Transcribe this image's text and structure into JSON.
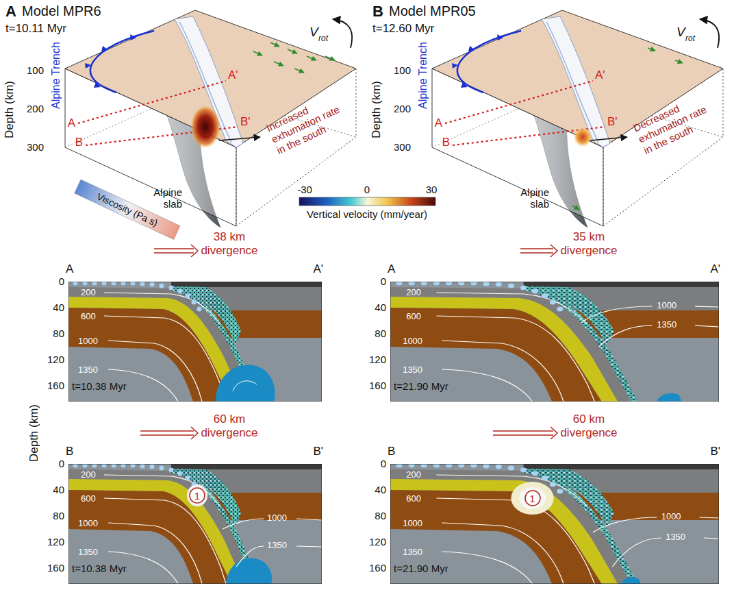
{
  "diagram": {
    "nodes": [
      {
        "text": [
          "1"
        ]
      },
      {
        "text": [
          "1"
        ]
      }
    ],
    "labels": [
      "A",
      "Model MPR6",
      "t=10.11 Myr",
      "V",
      "rot",
      "Alpine Trench",
      "A",
      "A'",
      "B",
      "B'",
      "Depth (km)",
      "100",
      "200",
      "300",
      "Viscosity (Pa s)",
      "Increased exhumation rate in the south",
      "Alpine slab",
      "B",
      "Model MPR05",
      "t=12.60 Myr",
      "V",
      "rot",
      "Alpine Trench",
      "A",
      "A'",
      "B",
      "B'",
      "Depth (km)",
      "100",
      "200",
      "300",
      "Decreased exhumation rate in the south",
      "Alpine slab",
      "-30",
      "0",
      "30",
      "Vertical velocity (mm/year)",
      "38 km divergence",
      "A",
      "A'",
      "0",
      "40",
      "80",
      "120",
      "160",
      "200",
      "600",
      "1000",
      "1350",
      "t=10.38 Myr",
      "Depth (km)",
      "60 km divergence",
      "B",
      "B'",
      "0",
      "40",
      "80",
      "120",
      "160",
      "200",
      "600",
      "1000",
      "1350",
      "1000",
      "1350",
      "t=10.38 Myr",
      "35 km divergence",
      "A",
      "A'",
      "0",
      "40",
      "80",
      "120",
      "160",
      "200",
      "600",
      "1000",
      "1350",
      "1000",
      "1350",
      "t=21.90 Myr",
      "60 km divergence",
      "B",
      "B'",
      "0",
      "40",
      "80",
      "120",
      "160",
      "200",
      "600",
      "1000",
      "1350",
      "1000",
      "1350",
      "t=21.90 Myr"
    ]
  }
}
